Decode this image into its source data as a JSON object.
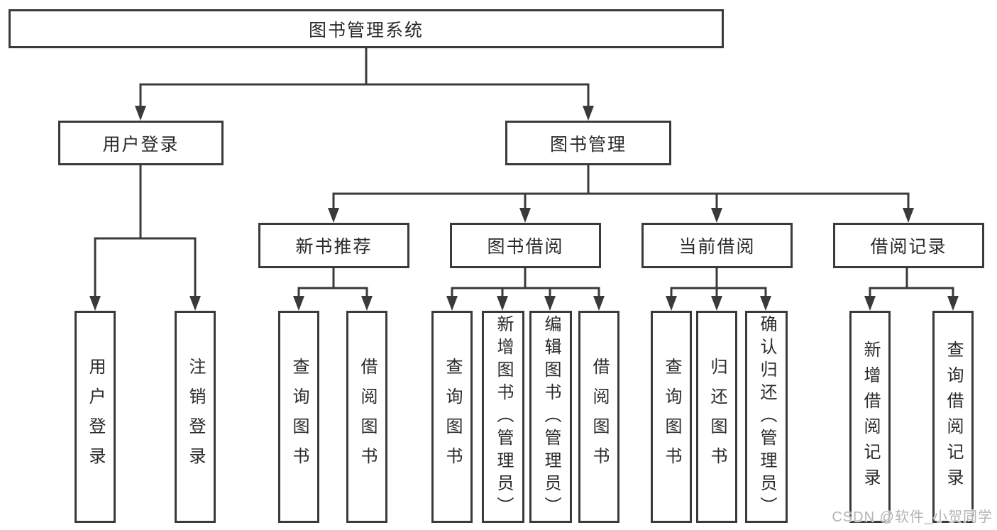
{
  "colors": {
    "line": "#3a3a3a",
    "box_border": "#3a3a3a",
    "text": "#2a2a2a",
    "background": "#ffffff",
    "watermark": "#b3b3b3"
  },
  "diagram": {
    "title": "图书管理系统",
    "level2": [
      {
        "label": "用户登录",
        "parent": "图书管理系统"
      },
      {
        "label": "图书管理",
        "parent": "图书管理系统"
      }
    ],
    "level3": [
      {
        "label": "新书推荐",
        "parent": "图书管理"
      },
      {
        "label": "图书借阅",
        "parent": "图书管理"
      },
      {
        "label": "当前借阅",
        "parent": "图书管理"
      },
      {
        "label": "借阅记录",
        "parent": "图书管理"
      }
    ],
    "leaves": [
      {
        "label": "用户登录",
        "parent": "用户登录"
      },
      {
        "label": "注销登录",
        "parent": "用户登录"
      },
      {
        "label": "查询图书",
        "parent": "新书推荐"
      },
      {
        "label": "借阅图书",
        "parent": "新书推荐"
      },
      {
        "label": "查询图书",
        "parent": "图书借阅"
      },
      {
        "label": "新增图书（管理员）",
        "parent": "图书借阅"
      },
      {
        "label": "编辑图书（管理员）",
        "parent": "图书借阅"
      },
      {
        "label": "借阅图书",
        "parent": "图书借阅"
      },
      {
        "label": "查询图书",
        "parent": "当前借阅"
      },
      {
        "label": "归还图书",
        "parent": "当前借阅"
      },
      {
        "label": "确认归还（管理员）",
        "parent": "当前借阅"
      },
      {
        "label": "新增借阅记录",
        "parent": "借阅记录"
      },
      {
        "label": "查询借阅记录",
        "parent": "借阅记录"
      }
    ]
  },
  "watermark": {
    "text": "CSDN @软件_小贺同学"
  }
}
